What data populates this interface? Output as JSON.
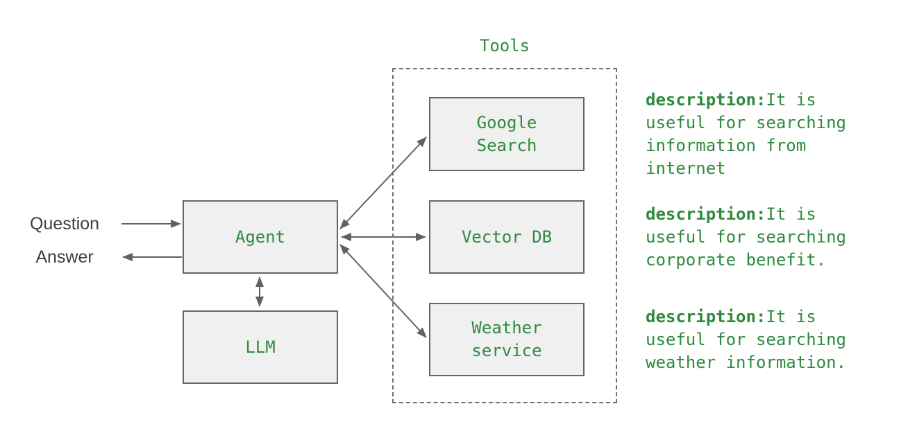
{
  "diagram": {
    "tools_title": "Tools",
    "io": {
      "question": "Question",
      "answer": "Answer"
    },
    "nodes": {
      "agent": "Agent",
      "llm": "LLM",
      "tools": [
        "Google Search",
        "Vector DB",
        "Weather service"
      ]
    },
    "descriptions": [
      {
        "label": "description:",
        "text": "It is useful for searching information from internet"
      },
      {
        "label": "description:",
        "text": "It is useful for searching corporate benefit."
      },
      {
        "label": "description:",
        "text": "It is useful for searching weather information."
      }
    ],
    "colors": {
      "green_text": "#2e8b3e",
      "box_fill": "#f0f0f0",
      "box_border": "#666666",
      "arrow": "#616161",
      "dashed_border": "#6f6f6f",
      "io_text": "#3c4043",
      "background": "#ffffff"
    }
  }
}
